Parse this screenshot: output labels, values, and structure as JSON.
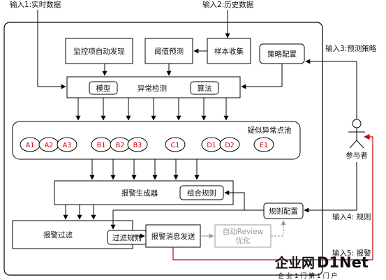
{
  "inputs": {
    "input1": "输入1:实时数据",
    "input2": "输入2:历史数据",
    "input3": "输入3:预测策略",
    "input4": "输入4: 规则",
    "input5": "输入5: 报警"
  },
  "boxes": {
    "monitor_discovery": "监控项自动发现",
    "threshold_prediction": "阈值预测",
    "sample_collection": "样本收集",
    "strategy_config": "策略配置",
    "anomaly_detection": "异常检测",
    "model": "模型",
    "algorithm": "算法",
    "suspect_pool_title": "疑似异常点池",
    "alarm_generator": "报警生成器",
    "combine_rules": "组合规则",
    "alarm_filter": "报警过滤",
    "filter_rules": "过滤规则",
    "alarm_send": "报警消息发送",
    "auto_review_line1": "自动Review",
    "auto_review_line2": "优化",
    "rule_config": "规则配置"
  },
  "points": [
    "A1",
    "A2",
    "A3",
    "B1",
    "B2",
    "B3",
    "C1",
    "D1",
    "D2",
    "E1"
  ],
  "actor": {
    "label": "参与者"
  },
  "watermark": {
    "brand_part1": "企业网",
    "brand_part2": "D1Net",
    "subtitle": "企 业 1 门 第 1 门 户"
  },
  "colors": {
    "line": "#000000",
    "accent_red": "#cc0000",
    "review_gray": "#9a9a9a",
    "watermark_orange": "#f08a1c",
    "watermark_blue": "#1f5fb4"
  }
}
